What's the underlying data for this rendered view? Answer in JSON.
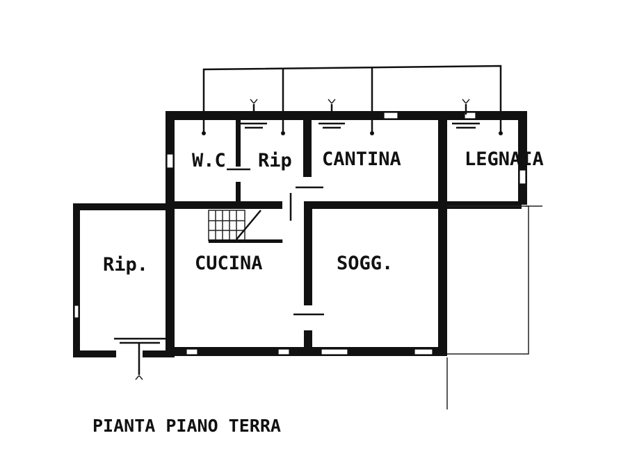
{
  "rooms": {
    "wc": "W.C",
    "rip_upper": "Rip",
    "cantina": "CANTINA",
    "legnaia": "LEGNAIA",
    "rip_left": "Rip.",
    "cucina": "CUCINA",
    "soggiorno": "SOGG."
  },
  "caption": "PIANTA PIANO TERRA",
  "colors": {
    "ink": "#111111",
    "paper": "#ffffff"
  }
}
